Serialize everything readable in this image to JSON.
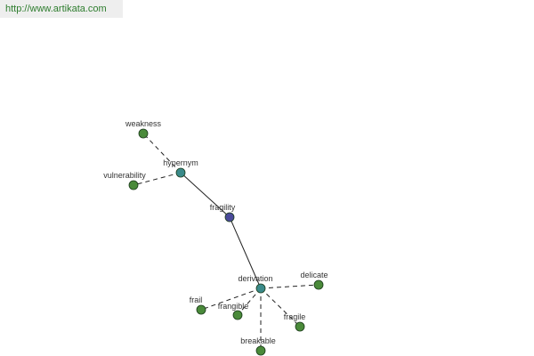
{
  "header": {
    "url": "http://www.artikata.com"
  },
  "colors": {
    "word_node": "#4a8a3a",
    "relation_node": "#3a8a8a",
    "root_node": "#4a4a9a",
    "edge": "#222222",
    "url_text": "#2e7d2e",
    "url_background": "#eeeeee"
  },
  "graph": {
    "nodes": [
      {
        "id": "fragility",
        "label": "fragility",
        "kind": "root"
      },
      {
        "id": "hypernym",
        "label": "hypernym",
        "kind": "relation"
      },
      {
        "id": "weakness",
        "label": "weakness",
        "kind": "word"
      },
      {
        "id": "vulnerability",
        "label": "vulnerability",
        "kind": "word"
      },
      {
        "id": "derivation",
        "label": "derivation",
        "kind": "relation"
      },
      {
        "id": "delicate",
        "label": "delicate",
        "kind": "word"
      },
      {
        "id": "frail",
        "label": "frail",
        "kind": "word"
      },
      {
        "id": "frangible",
        "label": "frangible",
        "kind": "word"
      },
      {
        "id": "fragile",
        "label": "fragile",
        "kind": "word"
      },
      {
        "id": "breakable",
        "label": "breakable",
        "kind": "word"
      }
    ],
    "edges": [
      {
        "from": "fragility",
        "to": "hypernym",
        "style": "solid"
      },
      {
        "from": "fragility",
        "to": "derivation",
        "style": "solid"
      },
      {
        "from": "hypernym",
        "to": "weakness",
        "style": "dashed"
      },
      {
        "from": "hypernym",
        "to": "vulnerability",
        "style": "dashed"
      },
      {
        "from": "derivation",
        "to": "delicate",
        "style": "dashed"
      },
      {
        "from": "derivation",
        "to": "frail",
        "style": "dashed"
      },
      {
        "from": "derivation",
        "to": "frangible",
        "style": "dashed"
      },
      {
        "from": "derivation",
        "to": "fragile",
        "style": "dashed"
      },
      {
        "from": "derivation",
        "to": "breakable",
        "style": "dashed"
      }
    ]
  }
}
